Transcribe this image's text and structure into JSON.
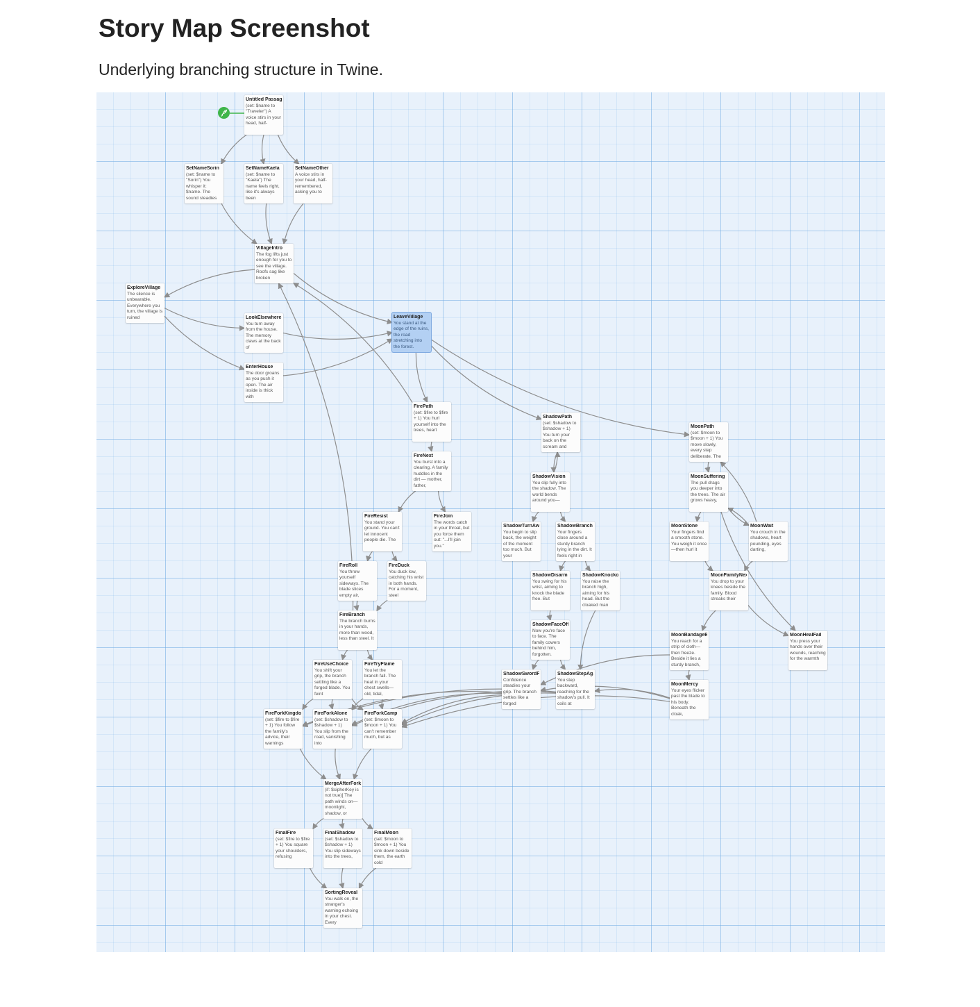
{
  "page": {
    "title": "Story Map Screenshot",
    "subtitle": "Underlying branching structure in Twine."
  },
  "map": {
    "start_icon": "rocket-icon",
    "colors": {
      "grid": "#e8f1fb",
      "edge": "#8e8e8e",
      "start": "#3fb54a",
      "selected": "#b3d0f3"
    },
    "passages": [
      {
        "id": "UntitledPassage",
        "name": "Untitled Passage",
        "excerpt": "(set: $name to \"Traveler\") A voice stirs in your head, half-",
        "start": true
      },
      {
        "id": "SetNameSorin",
        "name": "SetNameSorin",
        "excerpt": "(set: $name to \"Sorin\") You whisper it: $name. The sound steadies"
      },
      {
        "id": "SetNameKaela",
        "name": "SetNameKaela",
        "excerpt": "(set: $name to \"Kaela\") The name feels right, like it's always been"
      },
      {
        "id": "SetNameOther",
        "name": "SetNameOther",
        "excerpt": "A voice stirs in your head, half-remembered, asking you to"
      },
      {
        "id": "VillageIntro",
        "name": "VillageIntro",
        "excerpt": "The fog lifts just enough for you to see the village. Roofs sag like broken"
      },
      {
        "id": "ExploreVillage",
        "name": "ExploreVillage",
        "excerpt": "The silence is unbearable. Everywhere you turn, the village is ruined"
      },
      {
        "id": "LookElsewhere",
        "name": "LookElsewhere",
        "excerpt": "You turn away from the house. The memory claws at the back of"
      },
      {
        "id": "EnterHouse",
        "name": "EnterHouse",
        "excerpt": "The door groans as you push it open. The air inside is thick with"
      },
      {
        "id": "LeaveVillage",
        "name": "LeaveVillage",
        "excerpt": "You stand at the edge of the ruins, the road stretching into the forest.",
        "selected": true
      },
      {
        "id": "FirePath",
        "name": "FirePath",
        "excerpt": "(set: $fire to $fire + 1) You hurl yourself into the trees, heart"
      },
      {
        "id": "FireNext",
        "name": "FireNext",
        "excerpt": "You burst into a clearing. A family huddles in the dirt — mother, father,"
      },
      {
        "id": "FireResist",
        "name": "FireResist",
        "excerpt": "You stand your ground. You can't let innocent people die. The"
      },
      {
        "id": "FireJoin",
        "name": "FireJoin",
        "excerpt": "The words catch in your throat, but you force them out: \"...I'll join you.\""
      },
      {
        "id": "FireRoll",
        "name": "FireRoll",
        "excerpt": "You throw yourself sideways. The blade slices empty air,"
      },
      {
        "id": "FireDuck",
        "name": "FireDuck",
        "excerpt": "You duck low, catching his wrist in both hands. For a moment, steel"
      },
      {
        "id": "FireBranch",
        "name": "FireBranch",
        "excerpt": "The branch burns in your hands, more than wood, less than steel. It"
      },
      {
        "id": "FireUseChoice",
        "name": "FireUseChoice",
        "excerpt": "You shift your grip, the branch settling like a forged blade. You feint"
      },
      {
        "id": "FireTryFlame",
        "name": "FireTryFlame",
        "excerpt": "You let the branch fall. The heat in your chest swells—old, tidal,"
      },
      {
        "id": "FireForkKingdom",
        "name": "FireForkKingdom",
        "excerpt": "(set: $fire to $fire + 1) You follow the family's advice, their warnings"
      },
      {
        "id": "FireForkAlone",
        "name": "FireForkAlone",
        "excerpt": "(set: $shadow to $shadow + 1) You slip from the road, vanishing into"
      },
      {
        "id": "FireForkCamp",
        "name": "FireForkCamp",
        "excerpt": "(set: $moon to $moon + 1) You can't remember much, but as"
      },
      {
        "id": "MergeAfterFork",
        "name": "MergeAfterFork",
        "excerpt": "(if: $cipherKey is not true)[ The path winds on—moonlight, shadow, or"
      },
      {
        "id": "FinalFire",
        "name": "FinalFire",
        "excerpt": "(set: $fire to $fire + 1) You square your shoulders, refusing"
      },
      {
        "id": "FinalShadow",
        "name": "FinalShadow",
        "excerpt": "(set: $shadow to $shadow + 1) You slip sideways into the trees,"
      },
      {
        "id": "FinalMoon",
        "name": "FinalMoon",
        "excerpt": "(set: $moon to $moon + 1) You sink down beside them, the earth cold"
      },
      {
        "id": "SortingReveal",
        "name": "SortingReveal",
        "excerpt": "You walk on, the stranger's warning echoing in your chest. Every"
      },
      {
        "id": "ShadowPath",
        "name": "ShadowPath",
        "excerpt": "(set: $shadow to $shadow + 1) You turn your back on the scream and"
      },
      {
        "id": "ShadowVision",
        "name": "ShadowVision",
        "excerpt": "You slip fully into the shadow. The world bends around you—"
      },
      {
        "id": "ShadowTurnAway",
        "name": "ShadowTurnAway",
        "excerpt": "You begin to slip back, the weight of the moment too much. But your"
      },
      {
        "id": "ShadowBranch",
        "name": "ShadowBranch",
        "excerpt": "Your fingers close around a sturdy branch lying in the dirt. It feels right in"
      },
      {
        "id": "ShadowDisarm",
        "name": "ShadowDisarm",
        "excerpt": "You swing for his wrist, aiming to knock the blade free. But"
      },
      {
        "id": "ShadowKnockout",
        "name": "ShadowKnockout",
        "excerpt": "You raise the branch high, aiming for his head. But the cloaked man"
      },
      {
        "id": "ShadowFaceOff",
        "name": "ShadowFaceOff",
        "excerpt": "Now you're face to face. The family cowers behind him, forgotten."
      },
      {
        "id": "ShadowSwordFight",
        "name": "ShadowSwordFight",
        "excerpt": "Confidence steadies your grip. The branch settles like a forged"
      },
      {
        "id": "ShadowStepAgain",
        "name": "ShadowStepAgain",
        "excerpt": "You step backward, reaching for the shadow's pull. It coils at"
      },
      {
        "id": "MoonPath",
        "name": "MoonPath",
        "excerpt": "(set: $moon to $moon + 1) You move slowly, every step deliberate. The"
      },
      {
        "id": "MoonSuffering",
        "name": "MoonSuffering",
        "excerpt": "The pull drags you deeper into the trees. The air grows heavy,"
      },
      {
        "id": "MoonStone",
        "name": "MoonStone",
        "excerpt": "Your fingers find a smooth stone. You weigh it once—then hurl it"
      },
      {
        "id": "MoonWait",
        "name": "MoonWait",
        "excerpt": "You crouch in the shadows, heart pounding, eyes darting,"
      },
      {
        "id": "MoonFamilyNext",
        "name": "MoonFamilyNext",
        "excerpt": "You drop to your knees beside the family. Blood streaks their"
      },
      {
        "id": "MoonBandageBranch",
        "name": "MoonBandageBranch",
        "excerpt": "You reach for a strip of cloth—then freeze. Beside it lies a sturdy branch,"
      },
      {
        "id": "MoonHealFail",
        "name": "MoonHealFail",
        "excerpt": "You press your hands over their wounds, reaching for the warmth"
      },
      {
        "id": "MoonMercy",
        "name": "MoonMercy",
        "excerpt": "Your eyes flicker past the blade to his body. Beneath the cloak,"
      }
    ],
    "links": [
      [
        "UntitledPassage",
        "SetNameSorin"
      ],
      [
        "UntitledPassage",
        "SetNameKaela"
      ],
      [
        "UntitledPassage",
        "SetNameOther"
      ],
      [
        "SetNameSorin",
        "VillageIntro"
      ],
      [
        "SetNameKaela",
        "VillageIntro"
      ],
      [
        "SetNameOther",
        "VillageIntro"
      ],
      [
        "VillageIntro",
        "ExploreVillage"
      ],
      [
        "VillageIntro",
        "LeaveVillage"
      ],
      [
        "ExploreVillage",
        "LookElsewhere"
      ],
      [
        "ExploreVillage",
        "EnterHouse"
      ],
      [
        "LookElsewhere",
        "LeaveVillage"
      ],
      [
        "EnterHouse",
        "LeaveVillage"
      ],
      [
        "LeaveVillage",
        "FirePath"
      ],
      [
        "LeaveVillage",
        "ShadowPath"
      ],
      [
        "LeaveVillage",
        "MoonPath"
      ],
      [
        "FirePath",
        "FireNext"
      ],
      [
        "FirePath",
        "VillageIntro"
      ],
      [
        "FireNext",
        "FireResist"
      ],
      [
        "FireNext",
        "FireJoin"
      ],
      [
        "FireResist",
        "FireRoll"
      ],
      [
        "FireResist",
        "FireDuck"
      ],
      [
        "FireRoll",
        "FireBranch"
      ],
      [
        "FireDuck",
        "FireBranch"
      ],
      [
        "FireBranch",
        "FireUseChoice"
      ],
      [
        "FireBranch",
        "FireTryFlame"
      ],
      [
        "FireBranch",
        "VillageIntro"
      ],
      [
        "FireUseChoice",
        "FireForkKingdom"
      ],
      [
        "FireUseChoice",
        "FireForkAlone"
      ],
      [
        "FireUseChoice",
        "FireForkCamp"
      ],
      [
        "FireTryFlame",
        "FireForkAlone"
      ],
      [
        "FireTryFlame",
        "FireForkCamp"
      ],
      [
        "FireForkKingdom",
        "MergeAfterFork"
      ],
      [
        "FireForkAlone",
        "MergeAfterFork"
      ],
      [
        "FireForkCamp",
        "MergeAfterFork"
      ],
      [
        "MergeAfterFork",
        "FinalFire"
      ],
      [
        "MergeAfterFork",
        "FinalShadow"
      ],
      [
        "MergeAfterFork",
        "FinalMoon"
      ],
      [
        "FinalFire",
        "SortingReveal"
      ],
      [
        "FinalShadow",
        "SortingReveal"
      ],
      [
        "FinalMoon",
        "SortingReveal"
      ],
      [
        "ShadowPath",
        "ShadowVision"
      ],
      [
        "ShadowVision",
        "ShadowTurnAway"
      ],
      [
        "ShadowVision",
        "ShadowBranch"
      ],
      [
        "ShadowVision",
        "ShadowPath"
      ],
      [
        "ShadowBranch",
        "ShadowDisarm"
      ],
      [
        "ShadowBranch",
        "ShadowKnockout"
      ],
      [
        "ShadowDisarm",
        "ShadowFaceOff"
      ],
      [
        "ShadowKnockout",
        "ShadowStepAgain"
      ],
      [
        "ShadowFaceOff",
        "ShadowSwordFight"
      ],
      [
        "ShadowFaceOff",
        "ShadowStepAgain"
      ],
      [
        "ShadowSwordFight",
        "FireForkKingdom"
      ],
      [
        "ShadowSwordFight",
        "FireForkAlone"
      ],
      [
        "ShadowSwordFight",
        "FireForkCamp"
      ],
      [
        "ShadowStepAgain",
        "FireForkKingdom"
      ],
      [
        "ShadowStepAgain",
        "FireForkAlone"
      ],
      [
        "ShadowStepAgain",
        "FireForkCamp"
      ],
      [
        "MoonPath",
        "MoonSuffering"
      ],
      [
        "MoonSuffering",
        "MoonStone"
      ],
      [
        "MoonSuffering",
        "MoonWait"
      ],
      [
        "MoonStone",
        "MoonFamilyNext"
      ],
      [
        "MoonWait",
        "MoonFamilyNext"
      ],
      [
        "MoonWait",
        "MoonPath"
      ],
      [
        "MoonWait",
        "MoonSuffering"
      ],
      [
        "MoonFamilyNext",
        "MoonBandageBranch"
      ],
      [
        "MoonFamilyNext",
        "MoonHealFail"
      ],
      [
        "MoonSuffering",
        "MoonHealFail"
      ],
      [
        "MoonBandageBranch",
        "MoonMercy"
      ],
      [
        "MoonBandageBranch",
        "ShadowSwordFight"
      ],
      [
        "MoonMercy",
        "ShadowSwordFight"
      ],
      [
        "MoonMercy",
        "ShadowStepAgain"
      ],
      [
        "MoonMercy",
        "FireForkCamp"
      ]
    ]
  }
}
